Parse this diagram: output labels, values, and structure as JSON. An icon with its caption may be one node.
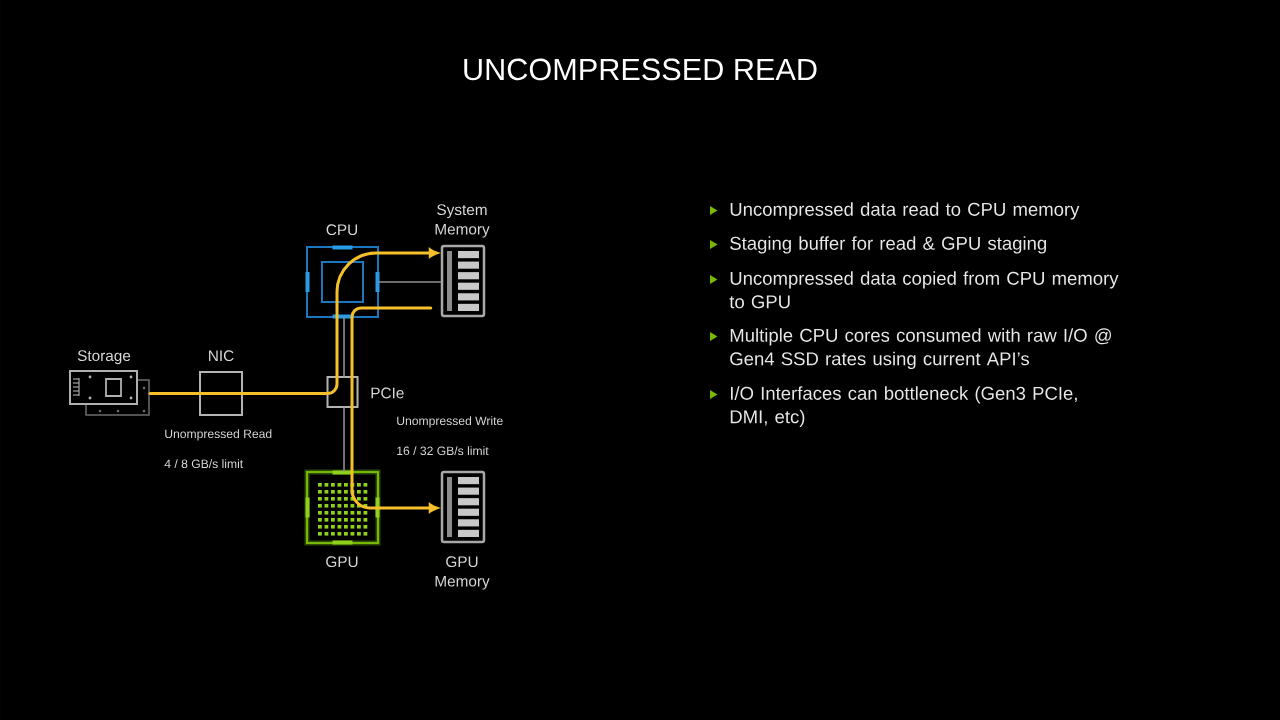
{
  "diagram": {
    "title": "UNCOMPRESSED READ",
    "nodes": [
      {
        "text": [
          "Storage"
        ]
      },
      {
        "text": [
          "NIC"
        ]
      },
      {
        "text": [
          "CPU"
        ]
      },
      {
        "text": [
          "System Memory"
        ]
      },
      {
        "text": [
          "PCIe"
        ]
      },
      {
        "text": [
          "GPU"
        ]
      },
      {
        "text": [
          "GPU Memory"
        ]
      }
    ],
    "edges": [
      {
        "from": 2,
        "to": 3,
        "arrow": "none",
        "color": "#8e8e8e"
      },
      {
        "from": 2,
        "to": 4,
        "arrow": "none",
        "color": "#8e8e8e"
      },
      {
        "from": 4,
        "to": 5,
        "arrow": "none",
        "color": "#8e8e8e"
      },
      {
        "from": 0,
        "to": 1,
        "arrow": "none"
      },
      {
        "from": 1,
        "to": 4,
        "arrow": "none"
      },
      {
        "from": 4,
        "to": 2,
        "arrow": "none"
      },
      {
        "from": 2,
        "to": 3,
        "arrow": "to"
      },
      {
        "from": 3,
        "to": 2,
        "arrow": "none"
      },
      {
        "from": 2,
        "to": 4,
        "arrow": "none"
      },
      {
        "from": 4,
        "to": 5,
        "arrow": "none"
      },
      {
        "from": 5,
        "to": 6,
        "arrow": "to"
      }
    ],
    "labels": [
      "Unompressed Read",
      "4 / 8 GB/s limit",
      "Unompressed Write",
      "16 / 32 GB/s limit",
      "Uncompressed data read to CPU memory",
      "Staging buffer for read & GPU staging",
      "Uncompressed data copied from CPU memory to GPU",
      "Multiple CPU cores consumed with raw I/O @ Gen4 SSD rates using current API’s",
      "I/O Interfaces can bottleneck (Gen3 PCIe, DMI, etc)"
    ]
  }
}
